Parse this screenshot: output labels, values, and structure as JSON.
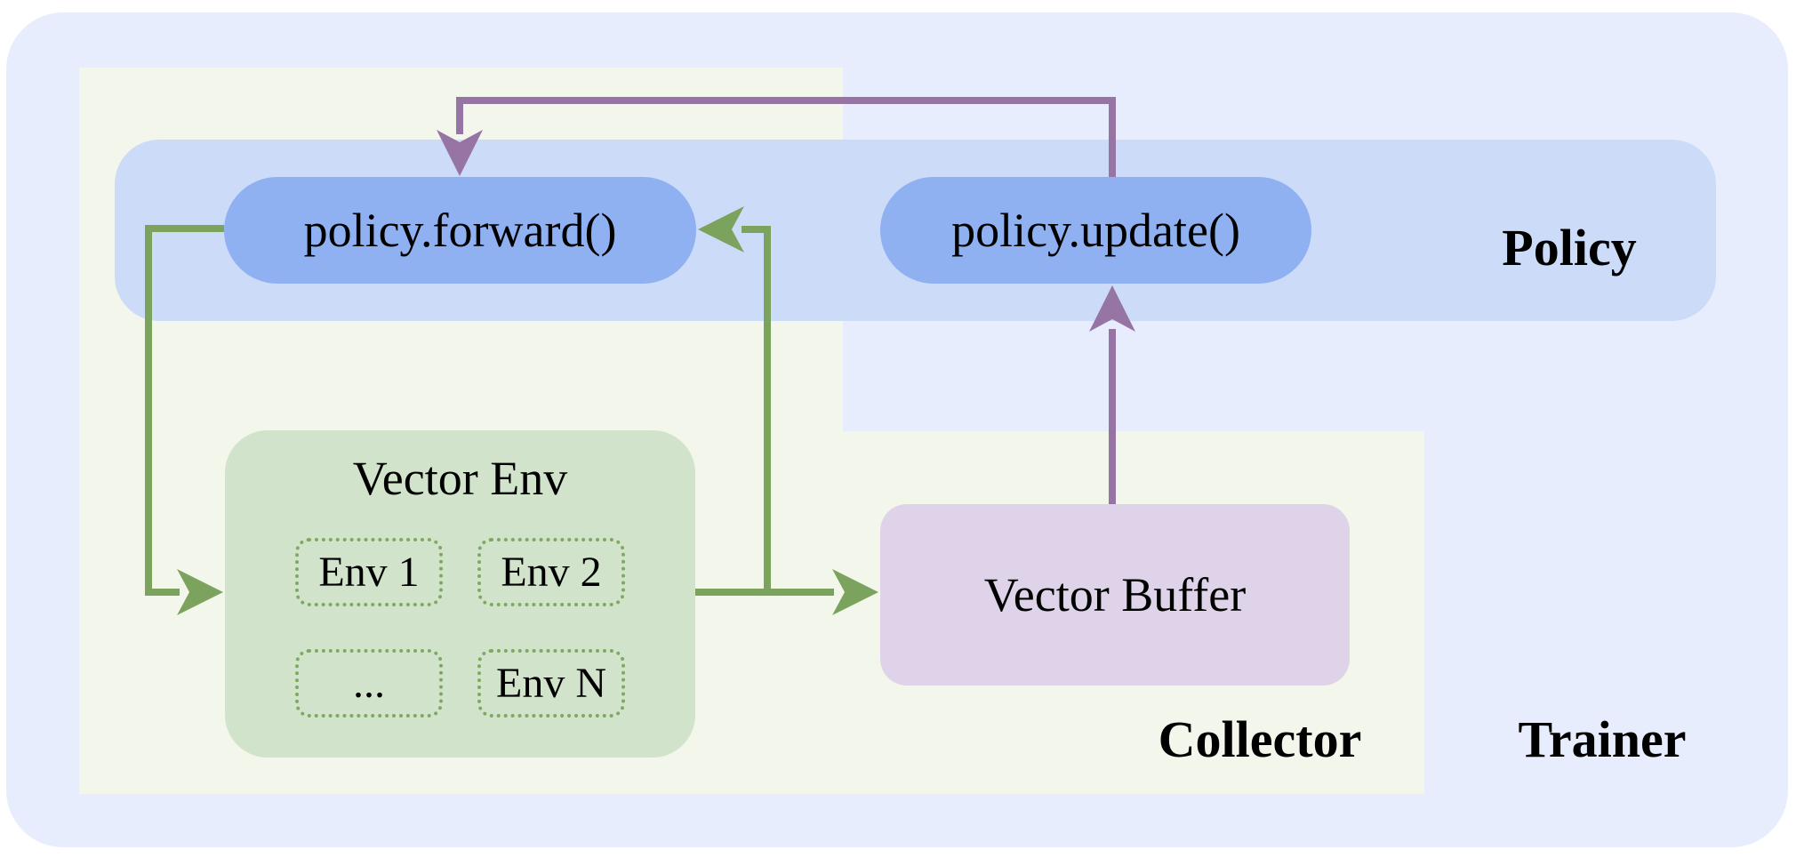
{
  "diagram": {
    "zones": {
      "trainer_label": "Trainer",
      "collector_label": "Collector",
      "policy_label": "Policy"
    },
    "pills": {
      "forward": "policy.forward()",
      "update": "policy.update()"
    },
    "vector_env": {
      "title": "Vector Env",
      "cells": [
        "Env 1",
        "Env 2",
        "...",
        "Env N"
      ]
    },
    "vector_buffer": {
      "title": "Vector Buffer"
    },
    "arrows": {
      "forward_to_env": "policy.forward() to Vector Env",
      "env_to_buffer": "Vector Env to Vector Buffer",
      "env_to_forward": "Vector Env to policy.forward()",
      "buffer_to_update": "Vector Buffer to policy.update()",
      "update_to_forward": "policy.update() to policy.forward()"
    }
  },
  "colors": {
    "outer": "#e7edfc",
    "collector": "#f3f6ea",
    "policy_band": "#ccdcf8",
    "pill": "#8fb1f2",
    "env_box": "#d1e3ca",
    "env_border": "#7fa961",
    "buffer_box": "#ded3e9",
    "green": "#7ca35d",
    "purple": "#9674a4",
    "text": "#000000"
  }
}
